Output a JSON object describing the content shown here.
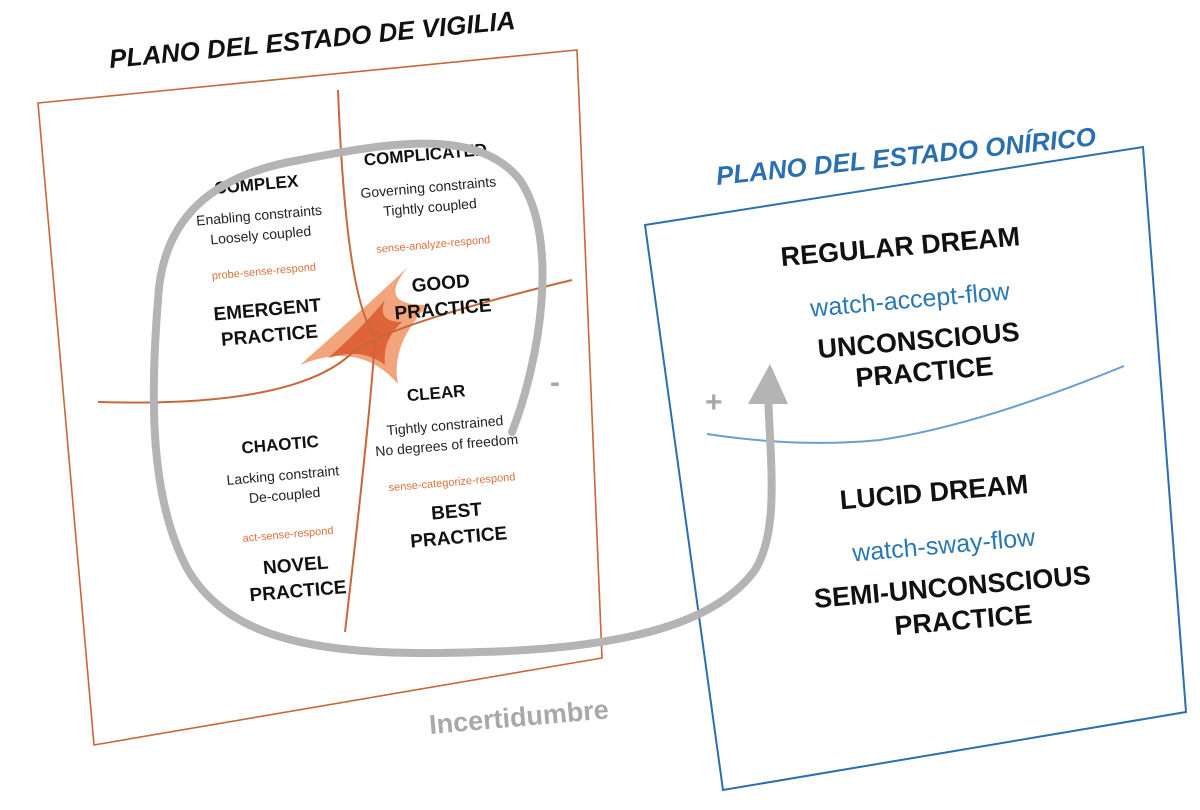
{
  "colors": {
    "orange": "#c8673a",
    "orange_fill": "#e9743f",
    "orange_text": "#d9703c",
    "blue": "#2a6fb0",
    "blue_text": "#2978b5",
    "blue_line": "#6a9fd0",
    "gray": "#a8a8a8"
  },
  "waking_plane": {
    "title": "PLANO DEL ESTADO DE VIGILIA",
    "domains": {
      "complex": {
        "name": "COMPLEX",
        "desc_1": "Enabling constraints",
        "desc_2": "Loosely coupled",
        "method": "probe-sense-respond",
        "practice_1": "EMERGENT",
        "practice_2": "PRACTICE"
      },
      "complicated": {
        "name": "COMPLICATED",
        "desc_1": "Governing constraints",
        "desc_2": "Tightly coupled",
        "method": "sense-analyze-respond",
        "practice_1": "GOOD",
        "practice_2": "PRACTICE"
      },
      "chaotic": {
        "name": "CHAOTIC",
        "desc_1": "Lacking constraint",
        "desc_2": "De-coupled",
        "method": "act-sense-respond",
        "practice_1": "NOVEL",
        "practice_2": "PRACTICE"
      },
      "clear": {
        "name": "CLEAR",
        "desc_1": "Tightly constrained",
        "desc_2": "No degrees of freedom",
        "method": "sense-categorize-respond",
        "practice_1": "BEST",
        "practice_2": "PRACTICE"
      }
    }
  },
  "dream_plane": {
    "title": "PLANO DEL ESTADO ONÍRICO",
    "regular": {
      "title": "REGULAR DREAM",
      "method": "watch-accept-flow",
      "practice_1": "UNCONSCIOUS",
      "practice_2": "PRACTICE"
    },
    "lucid": {
      "title": "LUCID DREAM",
      "method": "watch-sway-flow",
      "practice_1": "SEMI-UNCONSCIOUS",
      "practice_2": "PRACTICE"
    }
  },
  "arrow": {
    "minus_sign": "-",
    "plus_sign": "+",
    "label": "Incertidumbre"
  }
}
